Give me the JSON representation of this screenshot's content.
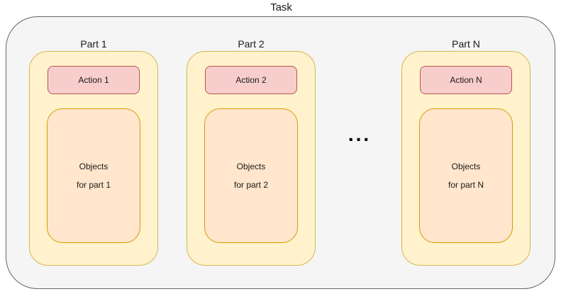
{
  "title": "Task",
  "ellipsis": "...",
  "parts": [
    {
      "label": "Part 1",
      "action": "Action 1",
      "objects_line1": "Objects",
      "objects_line2": "for part 1"
    },
    {
      "label": "Part 2",
      "action": "Action 2",
      "objects_line1": "Objects",
      "objects_line2": "for part 2"
    },
    {
      "label": "Part N",
      "action": "Action N",
      "objects_line1": "Objects",
      "objects_line2": "for part N"
    }
  ],
  "colors": {
    "container-fill": "#f5f5f5",
    "container-stroke": "#666666",
    "part-fill": "#fff2cc",
    "part-stroke": "#d6b656",
    "action-fill": "#f8cecc",
    "action-stroke": "#b85450",
    "objects-fill": "#ffe6cc",
    "objects-stroke": "#d79b00",
    "text": "#1a1a1a"
  }
}
